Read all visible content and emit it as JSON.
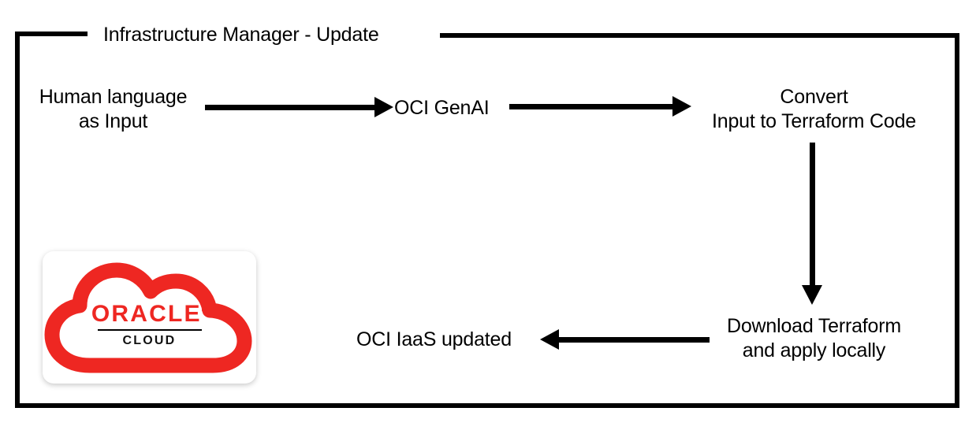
{
  "diagram": {
    "title": "Infrastructure Manager - Update",
    "accent_color": "#EE2722",
    "line_color": "#000000",
    "background_color": "#FFFFFF",
    "nodes": [
      {
        "id": "human-input",
        "label": "Human language\nas Input"
      },
      {
        "id": "oci-genai",
        "label": "OCI GenAI"
      },
      {
        "id": "convert-terraform",
        "label": "Convert\nInput to Terraform Code"
      },
      {
        "id": "download-apply",
        "label": "Download Terraform\nand apply locally"
      },
      {
        "id": "oci-iaas-updated",
        "label": "OCI IaaS updated"
      }
    ],
    "edges": [
      {
        "from": "human-input",
        "to": "oci-genai",
        "direction": "right"
      },
      {
        "from": "oci-genai",
        "to": "convert-terraform",
        "direction": "right"
      },
      {
        "from": "convert-terraform",
        "to": "download-apply",
        "direction": "down"
      },
      {
        "from": "download-apply",
        "to": "oci-iaas-updated",
        "direction": "left"
      }
    ],
    "logo": {
      "name": "oracle-cloud-logo",
      "wordmark": "ORACLE",
      "registered_mark": "®",
      "sub_wordmark": "CLOUD",
      "cloud_color": "#EE2722",
      "wordmark_color": "#EE2722",
      "sub_wordmark_color": "#111111"
    }
  }
}
